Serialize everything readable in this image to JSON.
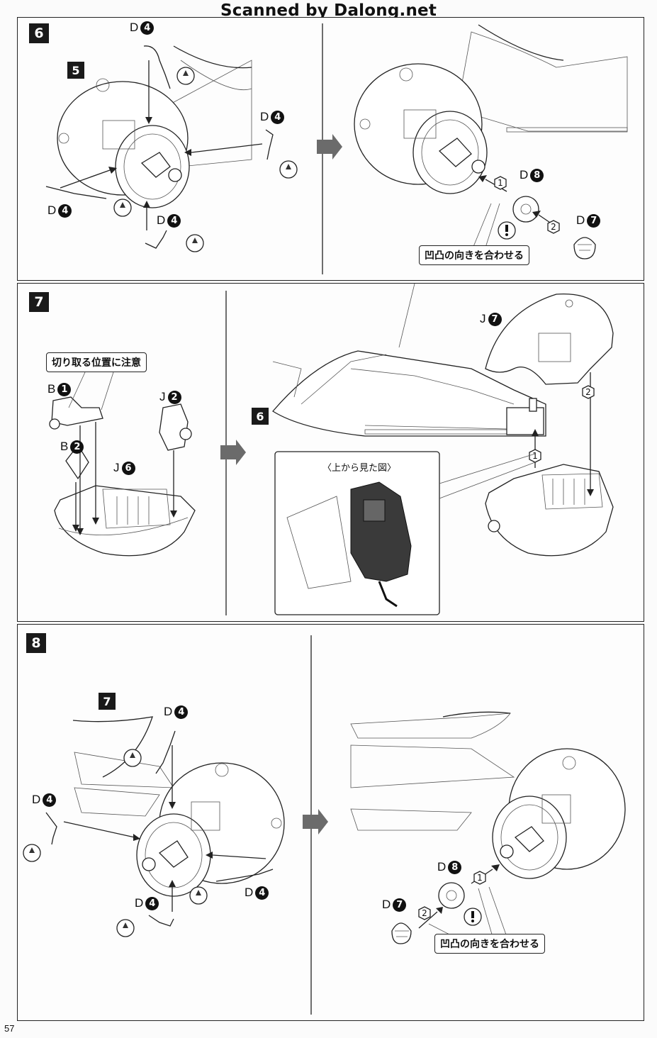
{
  "watermark": "Scanned by Dalong.net",
  "page_number": "57",
  "steps": [
    {
      "number": "6",
      "ref_step": "5",
      "parts": [
        {
          "letter": "D",
          "num": "4"
        },
        {
          "letter": "D",
          "num": "4"
        },
        {
          "letter": "D",
          "num": "4"
        },
        {
          "letter": "D",
          "num": "4"
        },
        {
          "letter": "D",
          "num": "8"
        },
        {
          "letter": "D",
          "num": "7"
        }
      ],
      "sequence": [
        "1",
        "2"
      ],
      "caution_note": "凹凸の向きを合わせる"
    },
    {
      "number": "7",
      "ref_step": "6",
      "parts": [
        {
          "letter": "B",
          "num": "1"
        },
        {
          "letter": "B",
          "num": "2"
        },
        {
          "letter": "J",
          "num": "2"
        },
        {
          "letter": "J",
          "num": "6"
        },
        {
          "letter": "J",
          "num": "7"
        }
      ],
      "sequence": [
        "1",
        "2"
      ],
      "cut_note": "切り取る位置に注意",
      "inset_title": "〈上から見た図〉"
    },
    {
      "number": "8",
      "ref_step": "7",
      "parts": [
        {
          "letter": "D",
          "num": "4"
        },
        {
          "letter": "D",
          "num": "4"
        },
        {
          "letter": "D",
          "num": "4"
        },
        {
          "letter": "D",
          "num": "4"
        },
        {
          "letter": "D",
          "num": "8"
        },
        {
          "letter": "D",
          "num": "7"
        }
      ],
      "sequence": [
        "1",
        "2"
      ],
      "caution_note": "凹凸の向きを合わせる"
    }
  ],
  "icons": {
    "cement": "glue-drop-icon",
    "caution": "exclamation-icon",
    "flow": "right-arrow-icon"
  },
  "colors": {
    "ink": "#1a1a1a",
    "arrow_gray": "#6b6b6b",
    "paper": "#fbfbfb"
  }
}
